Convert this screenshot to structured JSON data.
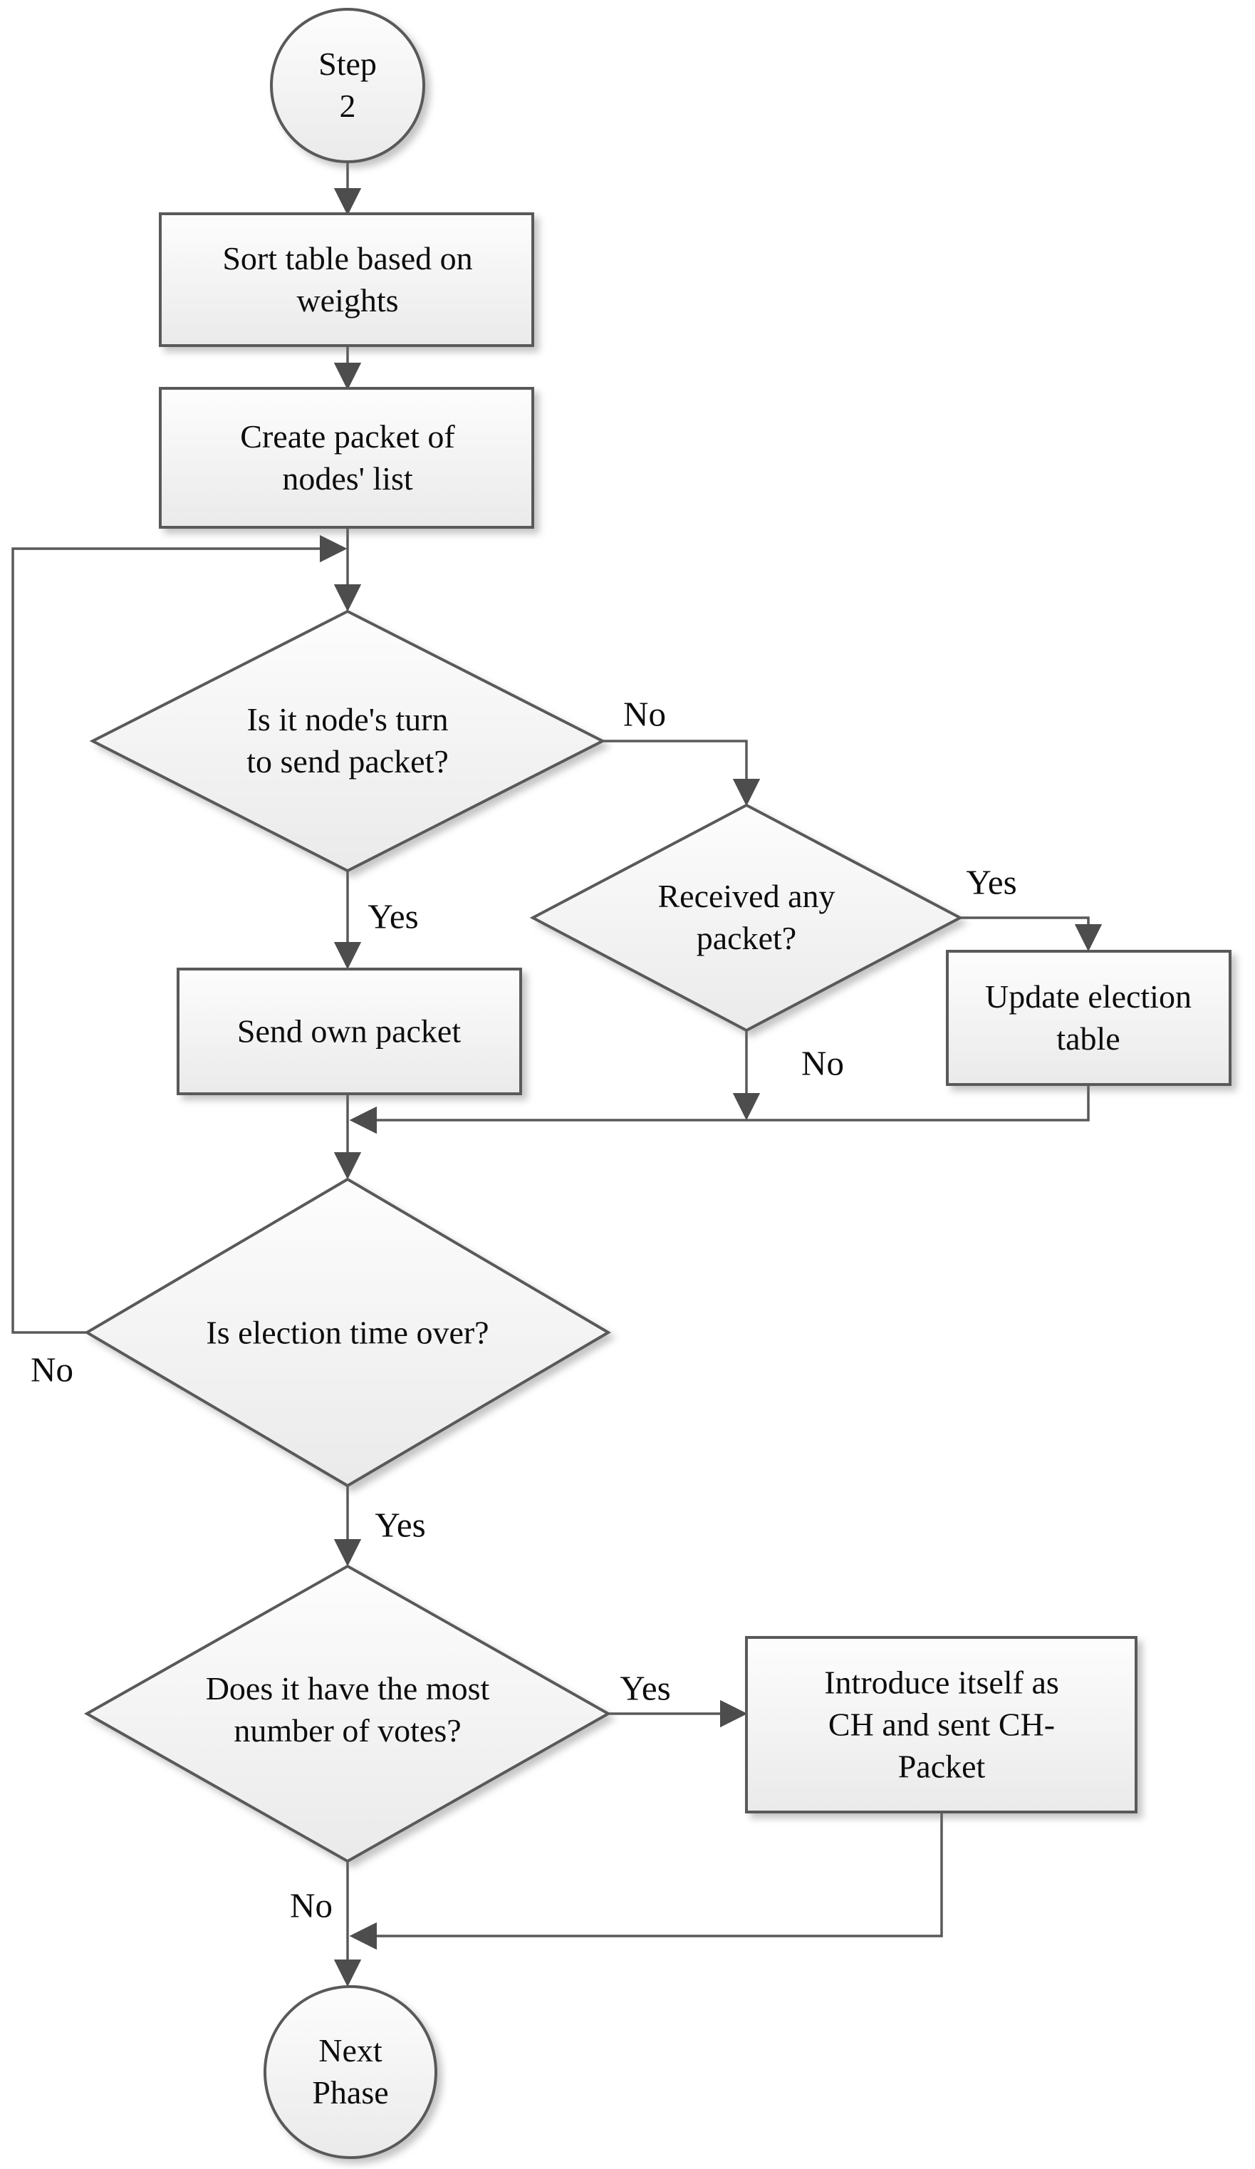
{
  "diagram": {
    "type": "flowchart",
    "nodes": {
      "start": {
        "label": "Step\n2",
        "shape": "circle"
      },
      "sort": {
        "label": "Sort table based on\nweights",
        "shape": "process"
      },
      "create": {
        "label": "Create packet of\nnodes' list",
        "shape": "process"
      },
      "turn": {
        "label": "Is it node's turn\nto send packet?",
        "shape": "decision"
      },
      "received": {
        "label": "Received any\npacket?",
        "shape": "decision"
      },
      "update": {
        "label": "Update election\ntable",
        "shape": "process"
      },
      "send": {
        "label": "Send own packet",
        "shape": "process"
      },
      "election_over": {
        "label": "Is election time over?",
        "shape": "decision"
      },
      "most_votes": {
        "label": "Does it have the most\nnumber of votes?",
        "shape": "decision"
      },
      "introduce": {
        "label": "Introduce itself as\nCH and sent CH-\nPacket",
        "shape": "process"
      },
      "next_phase": {
        "label": "Next\nPhase",
        "shape": "circle"
      }
    },
    "edge_labels": {
      "turn_no": "No",
      "turn_yes": "Yes",
      "received_yes": "Yes",
      "received_no": "No",
      "election_no": "No",
      "election_yes": "Yes",
      "votes_yes": "Yes",
      "votes_no": "No"
    },
    "colors": {
      "stroke": "#595959",
      "arrow_fill": "#4d4d4d",
      "node_fill_top": "#fdfdfd",
      "node_fill_bottom": "#eaeaea",
      "text": "#0d0d0d",
      "background": "#ffffff"
    }
  }
}
